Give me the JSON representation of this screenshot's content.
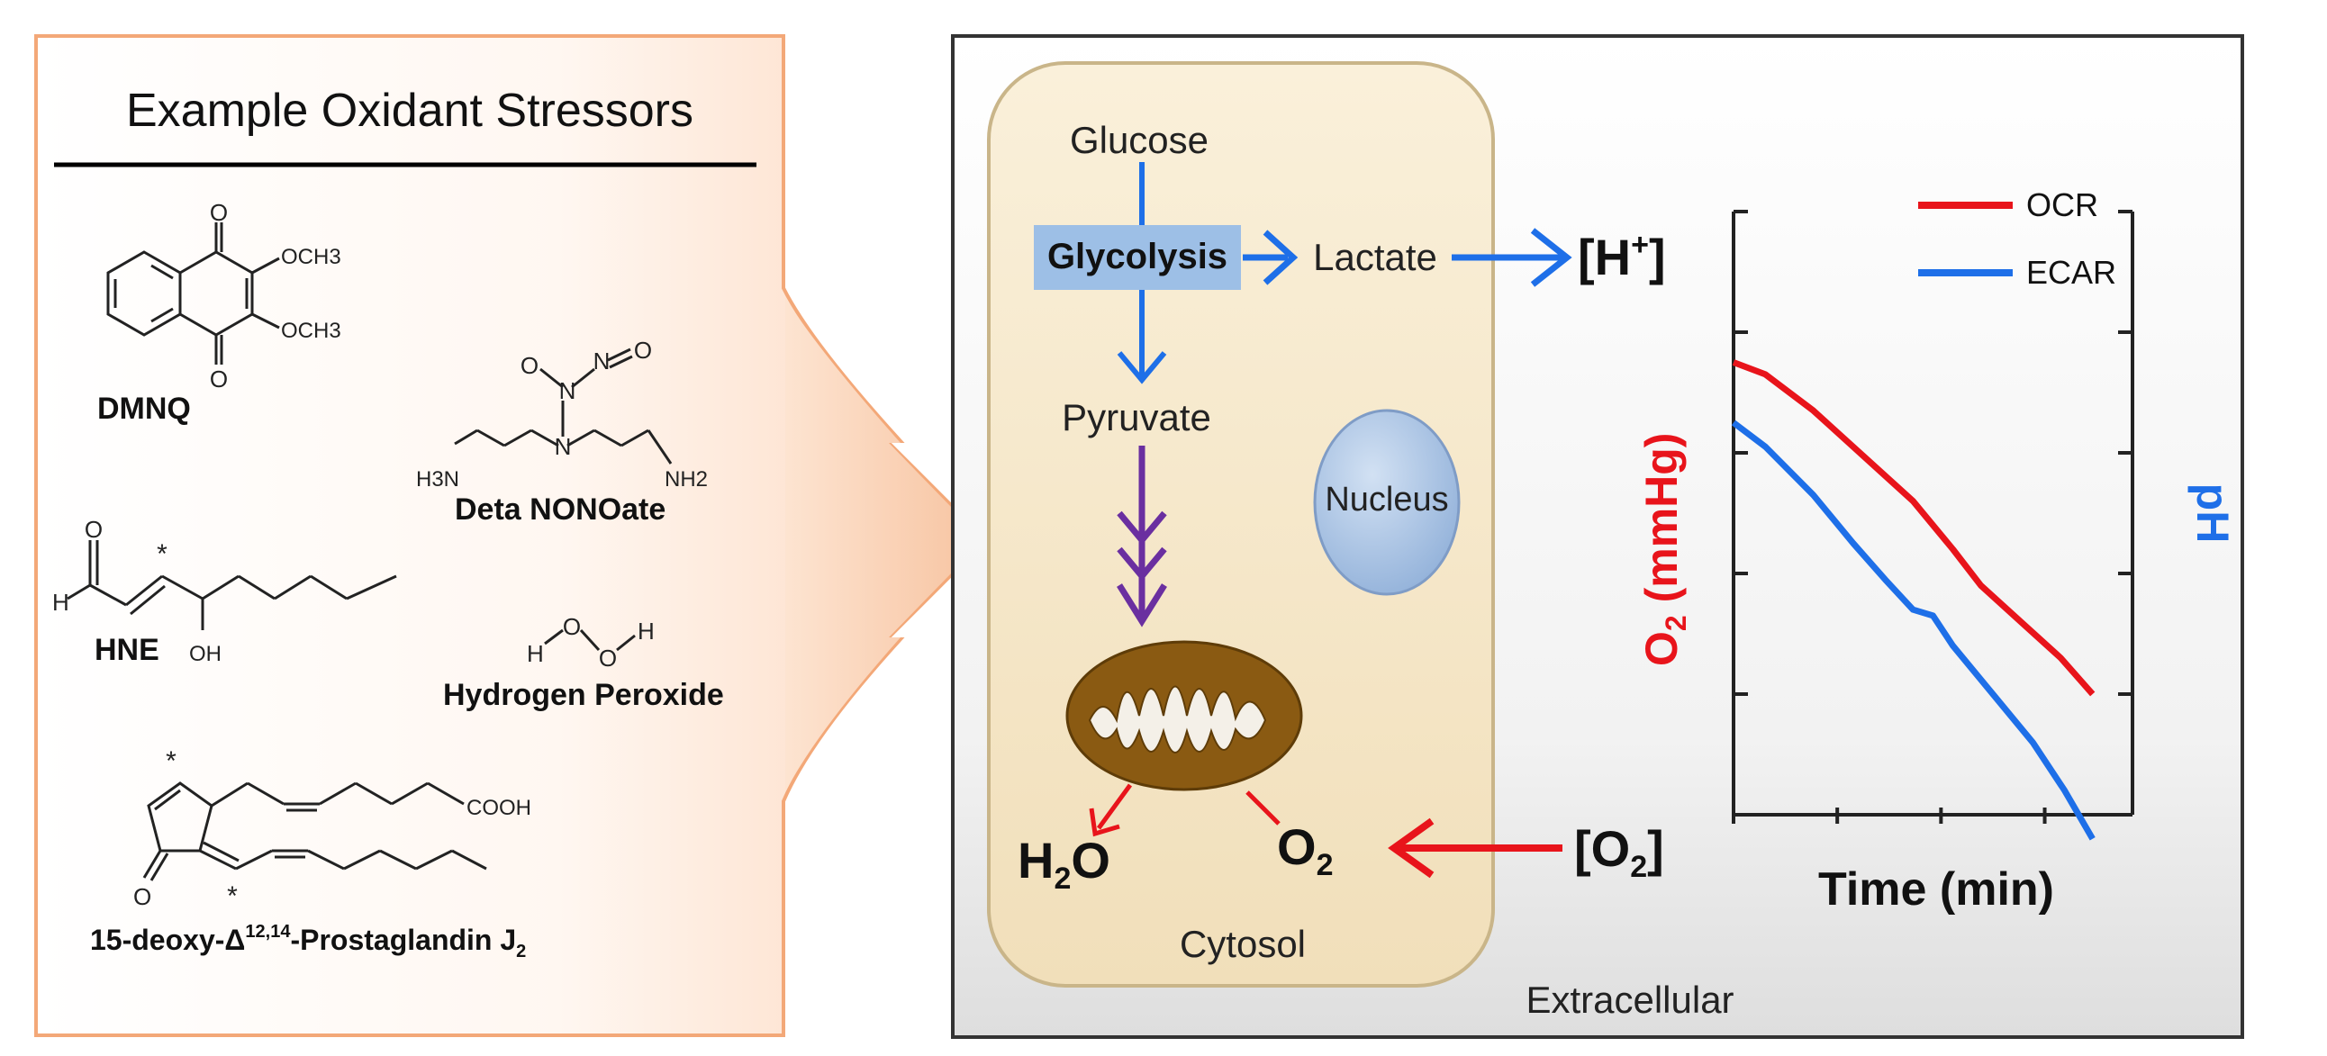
{
  "left_panel": {
    "title": "Example Oxidant Stressors",
    "compounds": {
      "dmnq": {
        "name": "DMNQ",
        "substituent": "OCH3",
        "atom_o": "O"
      },
      "deta": {
        "name": "Deta NONOate",
        "nh3": "H3N",
        "nh2": "NH2",
        "n": "N",
        "o_minus": "O",
        "o_double": "O"
      },
      "hne": {
        "name": "HNE",
        "oh": "OH",
        "o": "O",
        "h": "H",
        "star": "*"
      },
      "h2o2": {
        "name": "Hydrogen Peroxide",
        "h": "H",
        "o": "O"
      },
      "pgj2": {
        "name_prefix": "15-deoxy-Δ",
        "name_sup": "12,14",
        "name_main": "-Prostaglandin J",
        "name_sub": "2",
        "cooh": "COOH",
        "o": "O",
        "star": "*"
      }
    }
  },
  "cell": {
    "glucose": "Glucose",
    "glycolysis": "Glycolysis",
    "lactate": "Lactate",
    "pyruvate": "Pyruvate",
    "nucleus": "Nucleus",
    "h2o": {
      "main": "H",
      "sub": "2",
      "tail": "O"
    },
    "o2_inside": {
      "main": "O",
      "sub": "2"
    },
    "cytosol": "Cytosol"
  },
  "extracellular": {
    "label": "Extracellular",
    "h_plus": {
      "open": "[H",
      "sup": "+",
      "close": "]"
    },
    "o2_ext": {
      "open": "[O",
      "sub": "2",
      "close": "]"
    }
  },
  "chart_data": {
    "type": "line",
    "xlabel": "Time (min)",
    "ylabel_left": {
      "main": "O",
      "sub": "2",
      "rest": " (mmHg)"
    },
    "ylabel_right": "pH",
    "legend_position": "top-right",
    "grid": false,
    "x_ticks": 3,
    "y_ticks": 5,
    "xlim": [
      0,
      1
    ],
    "ylim": [
      0,
      1
    ],
    "series": [
      {
        "name": "OCR",
        "color": "#e8141b",
        "x": [
          0.0,
          0.08,
          0.2,
          0.3,
          0.45,
          0.55,
          0.62,
          0.72,
          0.82,
          0.9
        ],
        "y": [
          0.75,
          0.73,
          0.67,
          0.61,
          0.52,
          0.44,
          0.38,
          0.32,
          0.26,
          0.2
        ]
      },
      {
        "name": "ECAR",
        "color": "#1e6fe8",
        "x": [
          0.0,
          0.08,
          0.2,
          0.3,
          0.38,
          0.45,
          0.5,
          0.55,
          0.65,
          0.75,
          0.83,
          0.9
        ],
        "y": [
          0.65,
          0.61,
          0.53,
          0.45,
          0.39,
          0.34,
          0.33,
          0.28,
          0.2,
          0.12,
          0.04,
          -0.04
        ]
      }
    ]
  },
  "colors": {
    "left_panel_fill": "#fde6d5",
    "left_panel_border": "#f3a878",
    "cell_fill": "#f6e7c8",
    "cell_border": "#c9b589",
    "glycolysis_box": "#9dbfe6",
    "nucleus": "#b4cbe8",
    "mito_outer": "#8a5a12",
    "blue_arrow": "#1e6fe8",
    "purple_arrow": "#6a2fa0",
    "red_arrow": "#e8141b"
  }
}
